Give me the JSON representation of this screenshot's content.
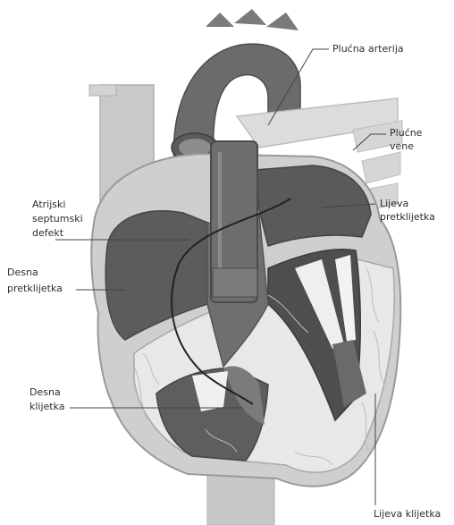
{
  "labels": {
    "pulmonary_artery": "Plućna arterija",
    "pulmonary_veins_1": "Plućne",
    "pulmonary_veins_2": "vene",
    "left_atrium_1": "Lijeva",
    "left_atrium_2": "pretklijetka",
    "asd_1": "Atrijski",
    "asd_2": "septumski",
    "asd_3": "defekt",
    "right_atrium_1": "Desna",
    "right_atrium_2": "pretklijetka",
    "right_ventricle_1": "Desna",
    "right_ventricle_2": "klijetka",
    "left_ventricle": "Lijeva klijetka"
  }
}
